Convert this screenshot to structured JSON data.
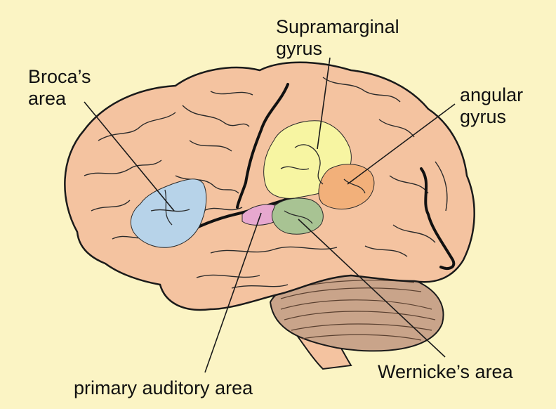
{
  "labels": {
    "broca": {
      "line1": "Broca’s",
      "line2": "area"
    },
    "supramarginal": {
      "line1": "Supramarginal",
      "line2": "gyrus"
    },
    "angular": {
      "line1": "angular",
      "line2": "gyrus"
    },
    "primary_auditory": {
      "text": "primary auditory area"
    },
    "wernicke": {
      "text": "Wernicke’s area"
    }
  },
  "colors": {
    "background": "#fbf4c4",
    "brain": "#f4c3a0",
    "outline": "#1a1a1a",
    "cerebellum": "#c9a48a",
    "broca_area": "#b7d3e9",
    "supramarginal_gyrus": "#f7f5a2",
    "angular_gyrus": "#f2b07a",
    "primary_auditory_area": "#e7a8cf",
    "wernicke_area": "#a8c393"
  }
}
